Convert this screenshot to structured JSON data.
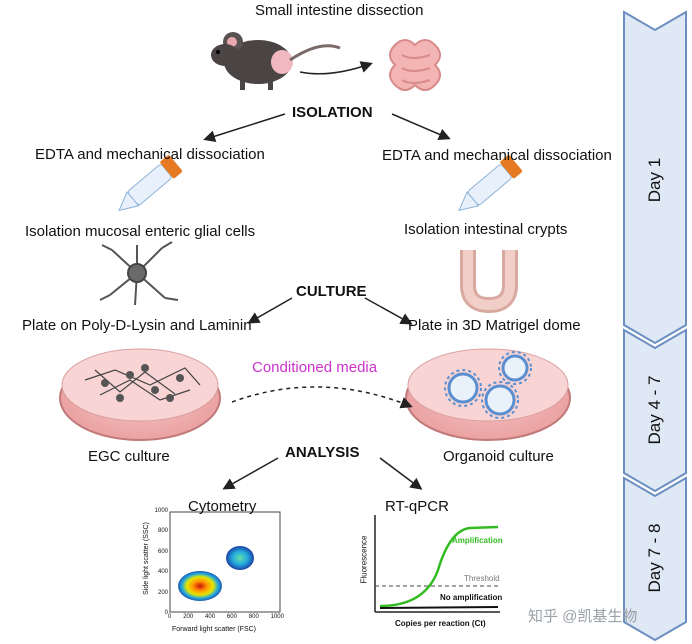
{
  "steps": {
    "dissection": "Small intestine dissection",
    "isolation": "ISOLATION",
    "left_dissociation": "EDTA and mechanical dissociation",
    "right_dissociation": "EDTA and mechanical dissociation",
    "left_isolation": "Isolation mucosal enteric glial cells",
    "right_isolation": "Isolation intestinal crypts",
    "culture": "CULTURE",
    "left_plate": "Plate on Poly-D-Lysin and Laminin",
    "right_plate": "Plate in 3D Matrigel dome",
    "conditioned_media": "Conditioned media",
    "egc_culture": "EGC culture",
    "organoid_culture": "Organoid culture",
    "analysis": "ANALYSIS",
    "cytometry": "Cytometry",
    "rtqpcr": "RT-qPCR"
  },
  "cytometry_plot": {
    "ylabel": "Side light scatter (SSC)",
    "xlabel": "Forward light scatter (FSC)",
    "xticks": [
      "0",
      "200",
      "400",
      "600",
      "800",
      "1000"
    ],
    "yticks": [
      "0",
      "200",
      "400",
      "600",
      "800",
      "1000"
    ]
  },
  "qpcr_plot": {
    "ylabel": "Fluorescence",
    "xlabel": "Copies per reaction (Ct)",
    "amplification": "Amplification",
    "threshold": "Threshold",
    "no_amplification": "No amplification"
  },
  "timeline": {
    "day1": "Day 1",
    "day47": "Day 4 - 7",
    "day78": "Day 7 - 8"
  },
  "watermark": "知乎 @凯基生物",
  "colors": {
    "timeline_fill": "#dfe8f5",
    "timeline_stroke": "#6b8fc2",
    "conditioned_media": "#cc33cc",
    "amplification": "#33bb22"
  }
}
